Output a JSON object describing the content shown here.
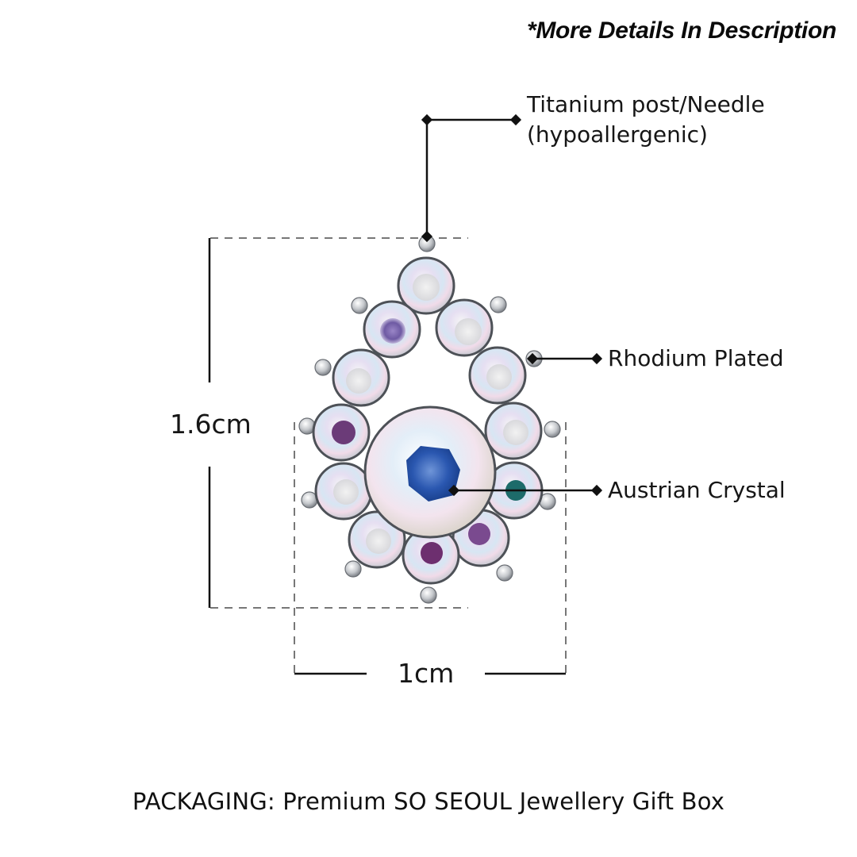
{
  "header": {
    "note": "*More Details In Description"
  },
  "annotations": {
    "post": {
      "line1": "Titanium post/Needle",
      "line2": "(hypoallergenic)"
    },
    "plating": "Rhodium Plated",
    "crystal": "Austrian Crystal"
  },
  "dimensions": {
    "height": "1.6cm",
    "width": "1cm"
  },
  "footer": {
    "packaging": "PACKAGING: Premium SO SEOUL Jewellery Gift Box"
  },
  "product": {
    "type": "teardrop crystal stud earring",
    "colors": {
      "metal": "#b9bcc0",
      "crystal_ab": "#e9e4f2",
      "center_blue": "#2a57b0",
      "line": "#111111",
      "dash": "#777777"
    }
  }
}
